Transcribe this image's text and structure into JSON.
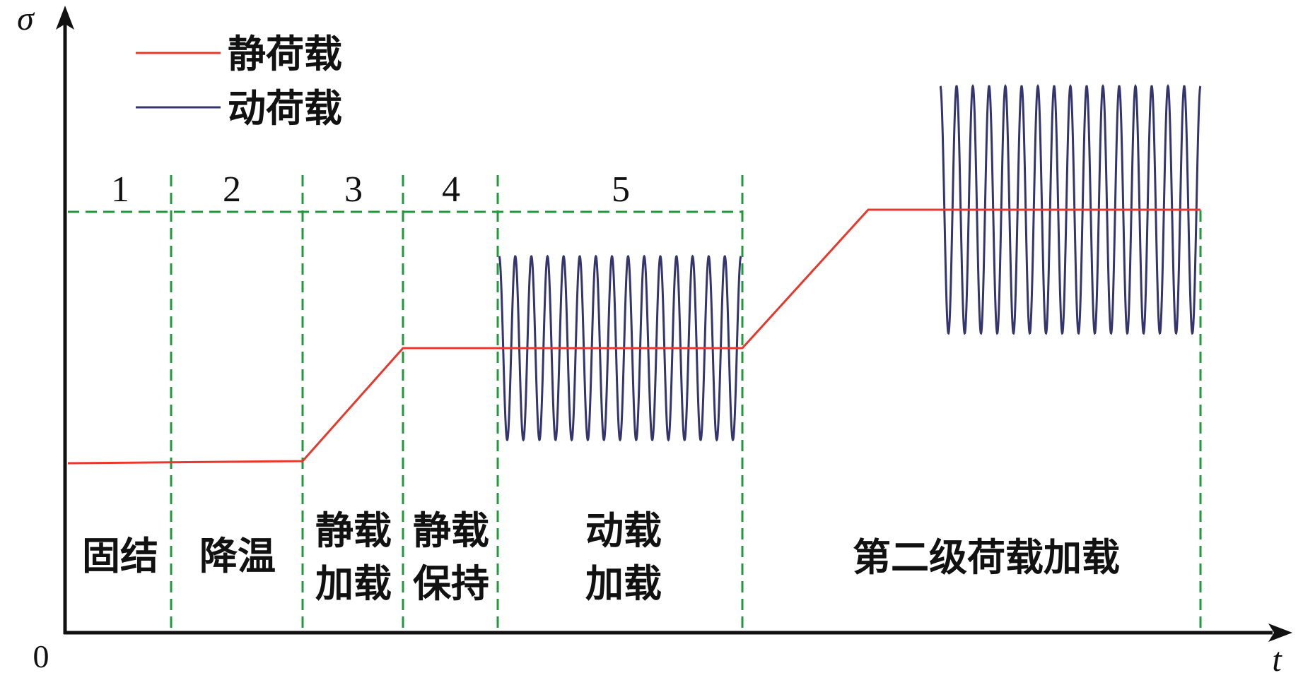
{
  "axes": {
    "y_symbol": "σ",
    "x_symbol": "t",
    "origin": "0"
  },
  "colors": {
    "static_load": "#e8382b",
    "dynamic_load": "#34346e",
    "guide": "#1f9a3a",
    "axis": "#111111"
  },
  "legend": [
    {
      "label": "静荷载",
      "series": "static"
    },
    {
      "label": "动荷载",
      "series": "dynamic"
    }
  ],
  "stages": [
    {
      "number": "1",
      "label_lines": [
        "固结"
      ]
    },
    {
      "number": "2",
      "label_lines": [
        "降温"
      ]
    },
    {
      "number": "3",
      "label_lines": [
        "静载",
        "加载"
      ]
    },
    {
      "number": "4",
      "label_lines": [
        "静载",
        "保持"
      ]
    },
    {
      "number": "5",
      "label_lines": [
        "动载",
        "加载"
      ]
    },
    {
      "number": "",
      "label_lines": [
        "第二级荷载加载"
      ]
    }
  ]
}
